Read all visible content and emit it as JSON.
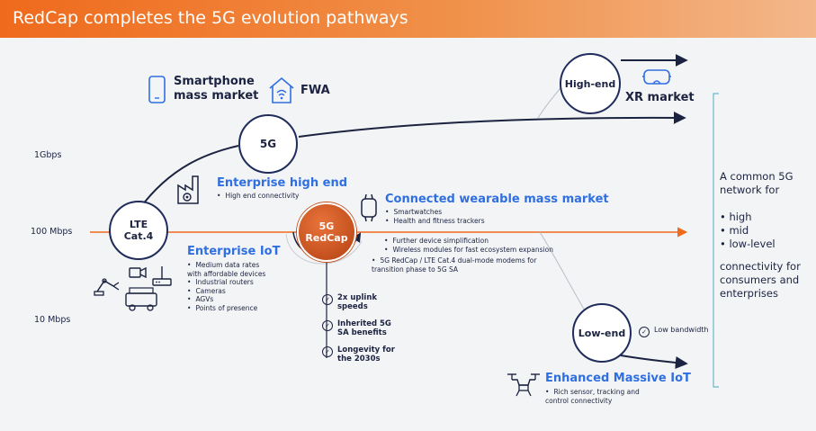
{
  "header": {
    "title": "RedCap completes the 5G evolution pathways"
  },
  "axis": {
    "gbps": "1Gbps",
    "mbps100": "100 Mbps",
    "mbps10": "10 Mbps"
  },
  "nodes": {
    "lte": "LTE\nCat.4",
    "fiveg": "5G",
    "redcap": "5G\nRedCap",
    "highend": "High-end",
    "lowend": "Low-end"
  },
  "segments": {
    "smartphone": "Smartphone\nmass market",
    "fwa": "FWA",
    "xr": "XR market",
    "enterprise_high": {
      "title": "Enterprise high end",
      "bullets": [
        "High end connectivity"
      ]
    },
    "wearable": {
      "title": "Connected wearable mass market",
      "bullets": [
        "Smartwatches",
        "Health and fitness trackers"
      ]
    },
    "redcap_features": [
      "Further device simplification",
      "Wireless modules for fast ecosystem expansion",
      "5G RedCap / LTE Cat.4 dual-mode modems for transition phase to 5G SA"
    ],
    "enterprise_iot": {
      "title": "Enterprise IoT",
      "bullets": [
        "Medium data rates with affordable devices",
        "Industrial routers",
        "Cameras",
        "AGVs",
        "Points of presence"
      ]
    },
    "low_bandwidth": "Low bandwidth",
    "massive_iot": {
      "title": "Enhanced Massive IoT",
      "bullets": [
        "Rich sensor, tracking and control connectivity"
      ]
    }
  },
  "benefits": [
    "2x uplink\nspeeds",
    "Inherited 5G\nSA benefits",
    "Longevity for\nthe 2030s"
  ],
  "side": {
    "intro": "A common 5G network for",
    "levels": [
      "high",
      "mid",
      "low-level"
    ],
    "outro": "connectivity for consumers and enterprises"
  },
  "colors": {
    "accent": "#ef6a1c",
    "navy": "#1f2c5c",
    "blue": "#2f6fe0"
  }
}
